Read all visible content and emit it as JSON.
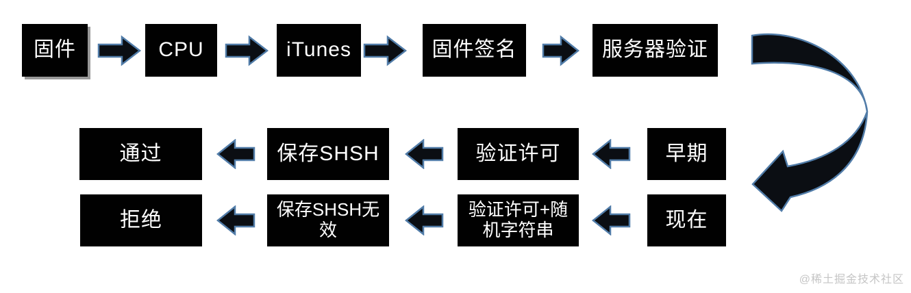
{
  "colors": {
    "background": "#ffffff",
    "box_bg": "#010101",
    "box_text": "#ffffff",
    "arrow_fill": "#0b0e13",
    "arrow_stroke": "#517ca8",
    "watermark": "#c5c5c5"
  },
  "icons": {
    "top_row_connector": "right-arrow",
    "middle_bottom_row_connector": "left-arrow",
    "row_wrap_connector": "curved-u-turn-arrow"
  },
  "flow": {
    "row1": [
      "固件",
      "CPU",
      "iTunes",
      "固件签名",
      "服务器验证"
    ],
    "row2": [
      "通过",
      "保存SHSH",
      "验证许可",
      "早期"
    ],
    "row3": [
      "拒绝",
      "保存SHSH无\n效",
      "验证许可+随\n机字符串",
      "现在"
    ]
  },
  "watermark": "@稀土掘金技术社区"
}
